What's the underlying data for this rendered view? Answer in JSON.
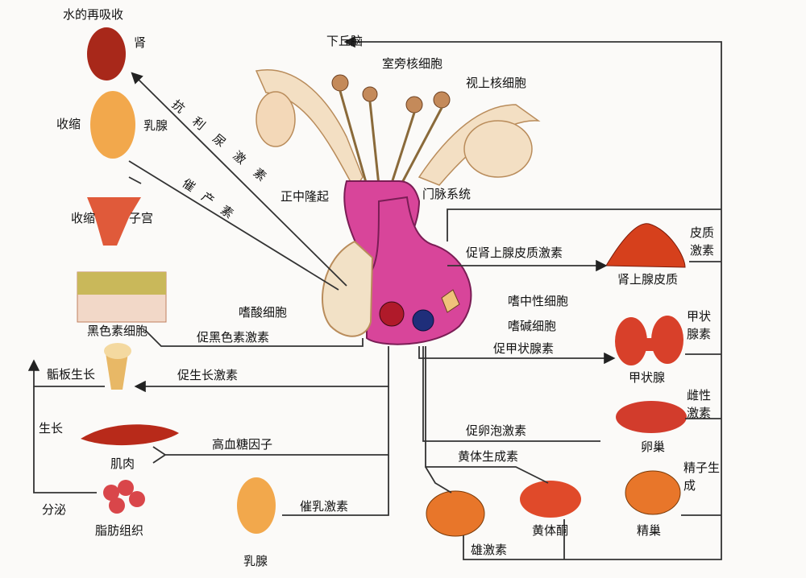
{
  "labels": {
    "water_reabsorb": "水的再吸收",
    "kidney": "肾",
    "hypothalamus": "下丘脑",
    "paraventricular": "室旁核细胞",
    "supraoptic": "视上核细胞",
    "contract_breast": "收缩",
    "breast_top": "乳腺",
    "adh": "抗利尿激素",
    "oxytocin": "催产素",
    "contract_uterus": "收缩",
    "uterus": "子宫",
    "median_eminence": "正中隆起",
    "portal_system": "门脉系统",
    "acths": "促肾上腺皮质激素",
    "adrenal_cortex": "肾上腺皮质",
    "corticoid": "皮质激素",
    "acidophil": "嗜酸细胞",
    "chromophobe": "嗜中性细胞",
    "basophil": "嗜碱细胞",
    "melanocyte": "黑色素细胞",
    "msh": "促黑色素激素",
    "tsh": "促甲状腺素",
    "thyroid": "甲状腺",
    "thyroxine": "甲状腺素",
    "epiphysis": "骺板生长",
    "gh": "促生长激素",
    "growth": "生长",
    "muscle": "肌肉",
    "hyperglycemic": "高血糖因子",
    "fsh": "促卵泡激素",
    "ovary": "卵巢",
    "female_hormone": "雌性激素",
    "secrete": "分泌",
    "adipose": "脂肪组织",
    "lh": "黄体生成素",
    "sperm": "精子生成",
    "prolactin": "催乳激素",
    "corpus_luteum": "黄体酮",
    "testis": "精巢",
    "breast_bottom": "乳腺",
    "male_hormone": "雄激素"
  },
  "colors": {
    "line": "#333333",
    "pituitary": "#d8459a",
    "gland": "#c8361c",
    "tract": "#f2e1c6"
  }
}
